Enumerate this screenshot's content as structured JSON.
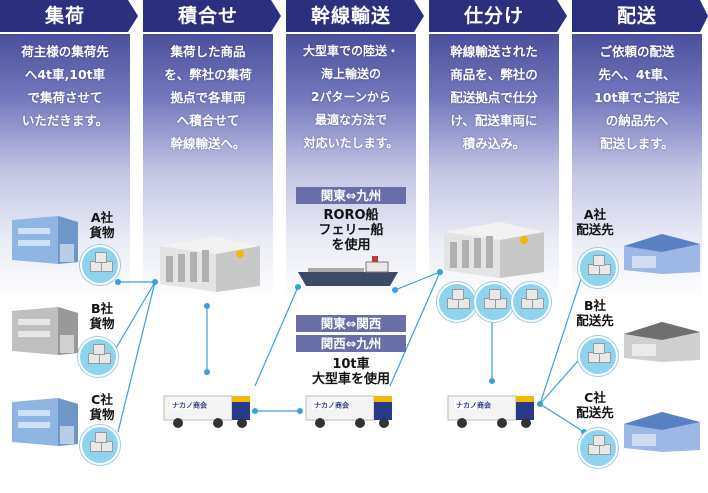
{
  "steps": [
    {
      "title": "集荷",
      "text": [
        "荷主様の集荷先",
        "へ4t車,10t車",
        "で集荷させて",
        "いただきます。"
      ]
    },
    {
      "title": "積合せ",
      "text": [
        "集荷した商品",
        "を、弊社の集荷",
        "拠点で各車両",
        "へ積合せて",
        "幹線輸送へ。"
      ]
    },
    {
      "title": "幹線輸送",
      "text": [
        "大型車での陸送・",
        "海上輸送の",
        "2パターンから",
        "最適な方法で",
        "対応いたします。"
      ]
    },
    {
      "title": "仕分け",
      "text": [
        "幹線輸送された",
        "商品を、弊社の",
        "配送拠点で仕分",
        "け、配送車両に",
        "積み込み。"
      ]
    },
    {
      "title": "配送",
      "text": [
        "ご依頼の配送",
        "先へ、4t車、",
        "10t車でご指定",
        "の納品先へ",
        "配送します。"
      ]
    }
  ],
  "shippers": [
    {
      "label": [
        "A社",
        "貨物"
      ]
    },
    {
      "label": [
        "B社",
        "貨物"
      ]
    },
    {
      "label": [
        "C社",
        "貨物"
      ]
    }
  ],
  "routes": {
    "sea": {
      "route": "関東⇔九州",
      "text": [
        "RORO船",
        "フェリー船",
        "を使用"
      ]
    },
    "land": {
      "routes": [
        "関東⇔関西",
        "関西⇔九州"
      ],
      "text": [
        "10t車",
        "大型車を使用"
      ]
    }
  },
  "truck_logo": "ナカノ商会",
  "destinations": [
    {
      "label": [
        "A社",
        "配送先"
      ]
    },
    {
      "label": [
        "B社",
        "配送先"
      ]
    },
    {
      "label": [
        "C社",
        "配送先"
      ]
    }
  ]
}
